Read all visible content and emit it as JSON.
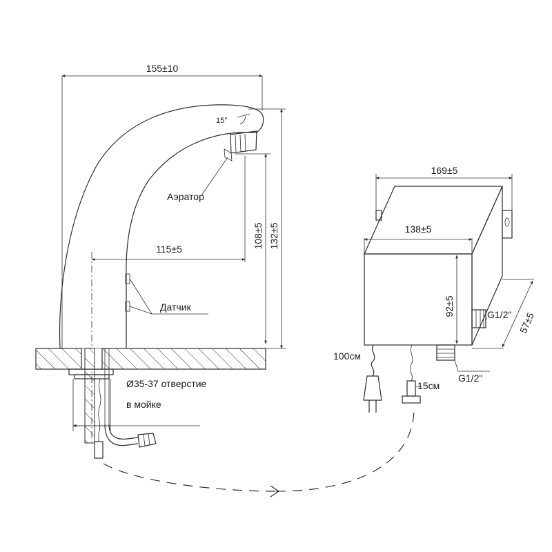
{
  "faucet": {
    "width_dim": "155±10",
    "angle": "15°",
    "aerator_label": "Аэратор",
    "reach_dim": "115±5",
    "height_dim_inner": "108±5",
    "height_dim_outer": "132±5",
    "sensor_label": "Датчик",
    "hole_line1": "Ø35-37 отверстие",
    "hole_line2": "в мойке"
  },
  "control_box": {
    "top_width_dim": "169±5",
    "front_width_dim": "138±5",
    "height_dim": "92±5",
    "depth_dim": "57±5",
    "thread_side": "G1/2\"",
    "thread_bottom": "G1/2\"",
    "power_cable": "100см",
    "sensor_cable": "15см"
  },
  "colors": {
    "line": "#2b2b2b",
    "background": "#ffffff"
  }
}
